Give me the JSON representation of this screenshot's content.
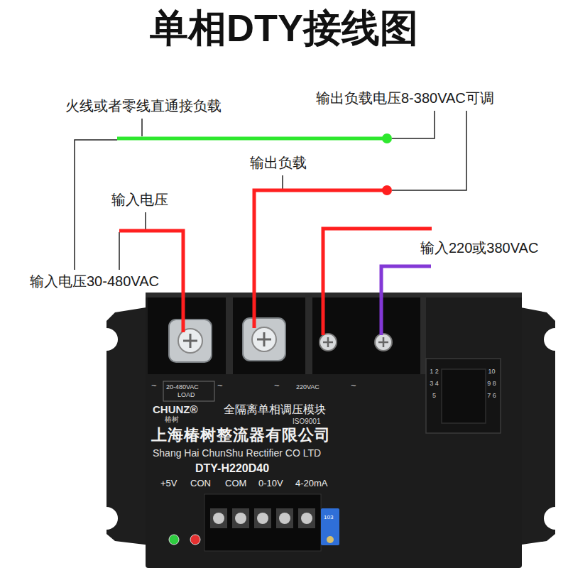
{
  "diagram": {
    "title": "单相DTY接线图",
    "nodes": [
      {
        "text": [
          "CHUNZ®",
          "椿树",
          "全隔离单相调压模块",
          "ISO9001",
          "上海椿树整流器有限公司",
          "Shang Hai ChunShu Rectifier CO LTD",
          "DTY-H220D40"
        ]
      },
      {
        "text": [
          "1 2 3 4 5",
          "10 9 8 7 6"
        ],
        "in": 0
      }
    ],
    "labels": [
      "火线或者零线直通接负载",
      "输出负载电压8-380VAC可调",
      "输出负载",
      "输入电压",
      "输入220或380VAC",
      "输入电压30-480VAC",
      "~",
      "20-480VAC",
      "LOAD",
      "~",
      "~",
      "220VAC",
      "~",
      "+5V",
      "CON",
      "COM",
      "0-10V",
      "4-20mA",
      "103"
    ]
  }
}
